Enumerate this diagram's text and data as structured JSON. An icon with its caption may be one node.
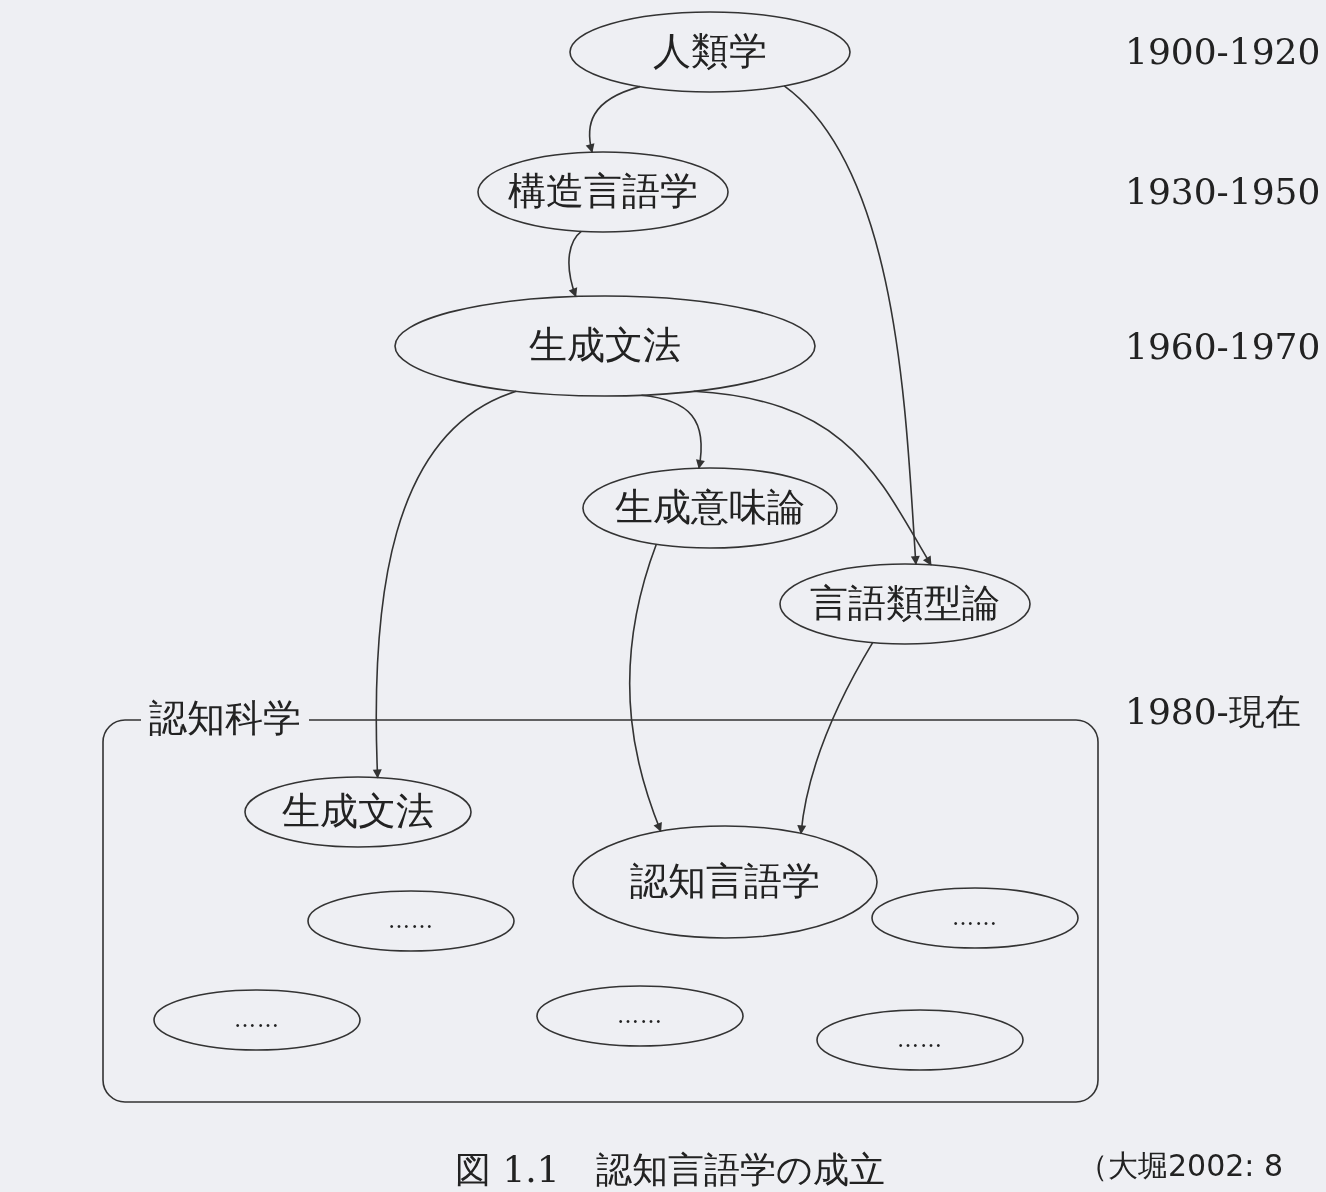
{
  "diagram": {
    "caption": "図 1.1　認知言語学の成立",
    "nodes": [
      {
        "text": [
          "人類学"
        ]
      },
      {
        "text": [
          "構造言語学"
        ]
      },
      {
        "text": [
          "生成文法"
        ]
      },
      {
        "text": [
          "生成意味論"
        ]
      },
      {
        "text": [
          "言語類型論"
        ]
      },
      {
        "text": [
          "認知科学"
        ]
      },
      {
        "text": [
          "生成文法"
        ],
        "in": 5
      },
      {
        "text": [
          "認知言語学"
        ],
        "in": 5
      },
      {
        "text": [
          "……"
        ],
        "in": 5
      },
      {
        "text": [
          "……"
        ],
        "in": 5
      },
      {
        "text": [
          "……"
        ],
        "in": 5
      },
      {
        "text": [
          "……"
        ],
        "in": 5
      },
      {
        "text": [
          "……"
        ],
        "in": 5
      }
    ],
    "edges": [
      {
        "from": 0,
        "to": 1,
        "arrow": "to"
      },
      {
        "from": 0,
        "to": 4,
        "arrow": "to"
      },
      {
        "from": 1,
        "to": 2,
        "arrow": "to"
      },
      {
        "from": 2,
        "to": 3,
        "arrow": "to"
      },
      {
        "from": 2,
        "to": 4,
        "arrow": "to"
      },
      {
        "from": 2,
        "to": 6,
        "arrow": "to"
      },
      {
        "from": 3,
        "to": 7,
        "arrow": "to"
      },
      {
        "from": 4,
        "to": 7,
        "arrow": "to"
      }
    ],
    "labels": [
      "1900-1920",
      "1930-1950",
      "1960-1970",
      "1980-現在",
      "（大堀2002: 8"
    ]
  }
}
